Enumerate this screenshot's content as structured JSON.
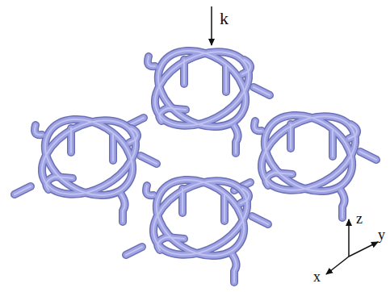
{
  "diagram": {
    "labels": [
      "k",
      "z",
      "y",
      "x"
    ]
  }
}
